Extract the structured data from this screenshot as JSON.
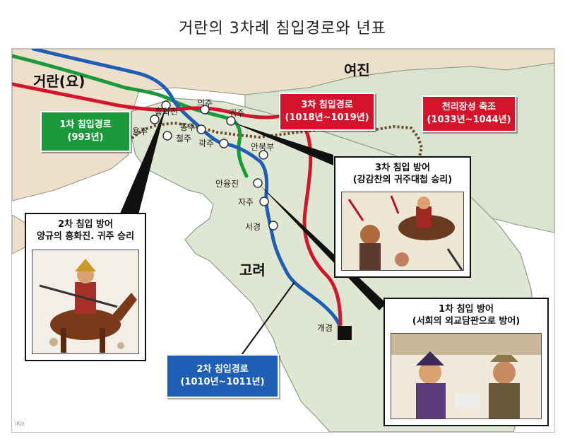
{
  "title": "거란의 3차례 침입경로와 년표",
  "regions": {
    "khitan": "거란(요)",
    "jurchen": "여진",
    "goryeo": "고려"
  },
  "cities": {
    "heunghwajin": "흥화진",
    "uiju": "의주",
    "yongju": "용주",
    "tongju": "통주",
    "cheolju": "철주",
    "gwakju": "곽주",
    "gwiju": "귀주",
    "anbukbu": "안북부",
    "anyungjin": "안융진",
    "jaju": "자주",
    "seogyeong": "서경",
    "gaegyeong": "개경"
  },
  "routes": {
    "first": {
      "line1": "1차 침입경로",
      "line2": "(993년)",
      "color": "#1a9a3a"
    },
    "second": {
      "line1": "2차 침입경로",
      "line2": "(1010년~1011년)",
      "color": "#1e5fb5"
    },
    "third": {
      "line1": "3차 침입경로",
      "line2": "(1018년~1019년)",
      "color": "#d4142a"
    }
  },
  "wall": {
    "line1": "천리장성 축조",
    "line2": "(1033년~1044년)",
    "color": "#d4142a"
  },
  "panels": {
    "second_defense": {
      "line1": "2차 침입 방어",
      "line2": "양규의 흥화진. 귀주 승리"
    },
    "third_defense": {
      "line1": "3차 침입 방어",
      "line2": "(강감찬의 귀주대첩 승리)"
    },
    "first_defense": {
      "line1": "1차 침입 방어",
      "line2": "(서희의 외교담판으로 방어)"
    }
  },
  "signature": "iKo"
}
